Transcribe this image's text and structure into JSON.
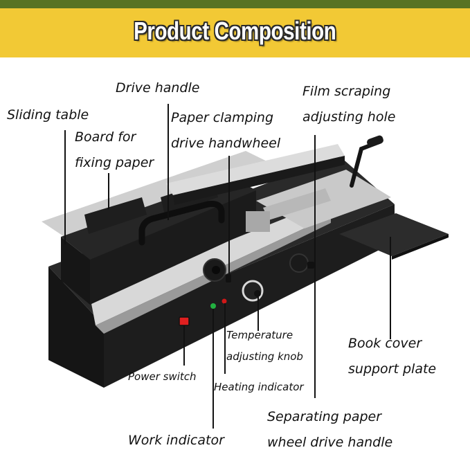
{
  "header": {
    "title": "Product Composition",
    "colors": {
      "top_strip": "#587323",
      "banner": "#f2c935",
      "title_fill": "#ffffff",
      "title_outline": "#2a2a2a"
    }
  },
  "labels": {
    "sliding_table": "Sliding table",
    "drive_handle": "Drive handle",
    "board_line1": "Board for",
    "board_line2": "fixing paper",
    "clamp_line1": "Paper clamping",
    "clamp_line2": "drive handwheel",
    "film_line1": "Film scraping",
    "film_line2": "adjusting hole",
    "temp_line1": "Temperature",
    "temp_line2": "adjusting knob",
    "book_line1": "Book cover",
    "book_line2": "support plate",
    "power_switch": "Power switch",
    "heating_indicator": "Heating indicator",
    "work_indicator": "Work indicator",
    "sep_line1": "Separating paper",
    "sep_line2": "wheel drive handle"
  },
  "machine": {
    "colors": {
      "body": "#1c1c1c",
      "rail": "#d9d9d9",
      "plate": "#2b2b2b",
      "power_switch": "#e02020",
      "work_led": "#22b040",
      "heat_led": "#d01818"
    }
  }
}
